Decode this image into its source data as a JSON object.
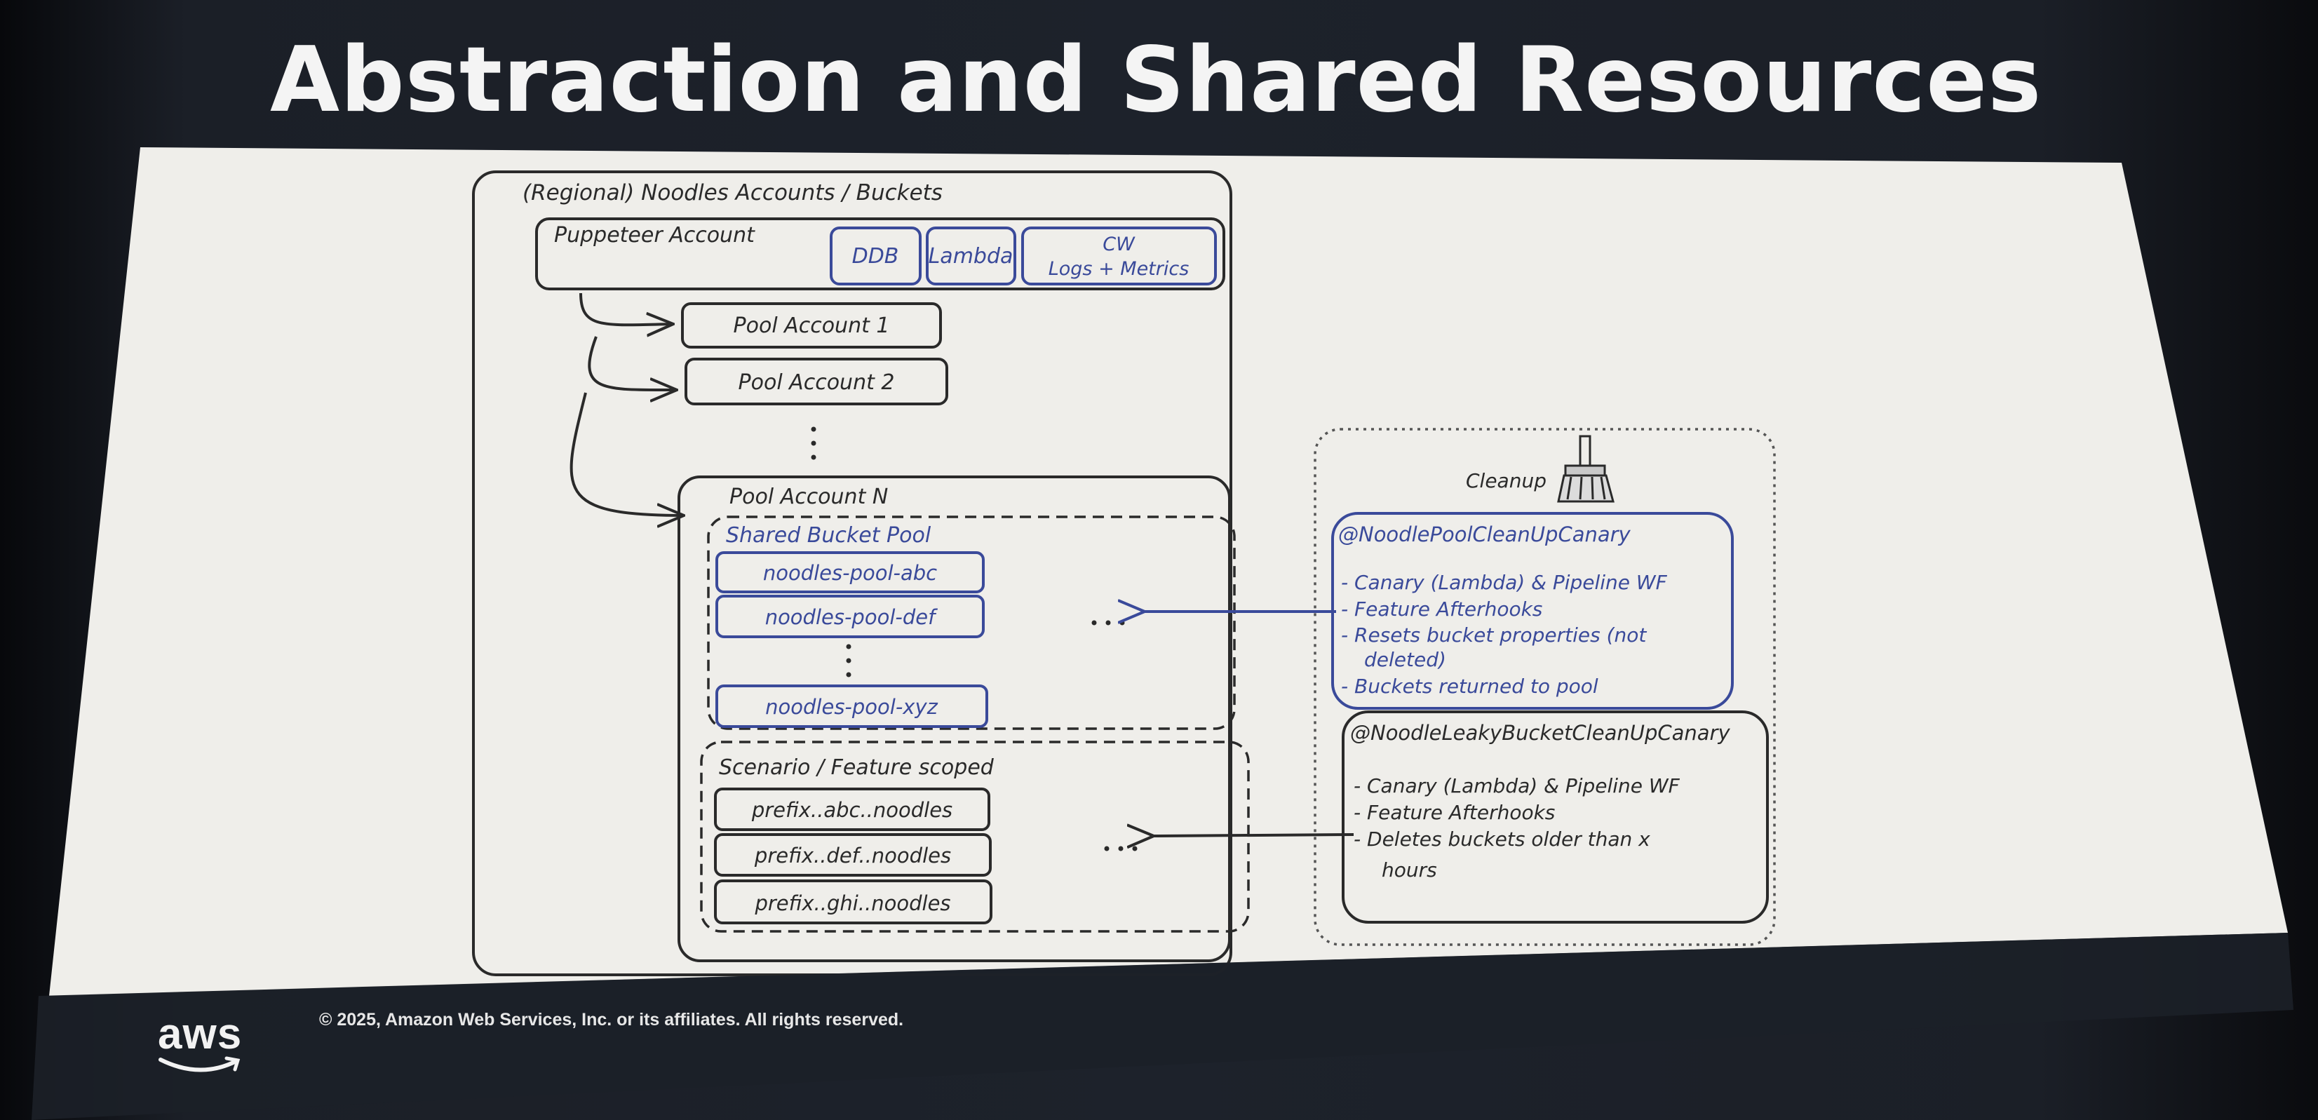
{
  "slide": {
    "title": "Abstraction and Shared Resources",
    "footer": "© 2025, Amazon Web Services, Inc. or its affiliates. All rights reserved.",
    "logo_text": "aws"
  },
  "diagram": {
    "outer_label": "(Regional) Noodles Accounts / Buckets",
    "puppeteer": {
      "label": "Puppeteer Account",
      "services": [
        "DDB",
        "Lambda"
      ],
      "cw": [
        "CW",
        "Logs + Metrics"
      ]
    },
    "pool_accounts": [
      "Pool Account 1",
      "Pool Account 2"
    ],
    "pool_n": "Pool Account N",
    "shared_pool": {
      "label": "Shared Bucket Pool",
      "buckets": [
        "noodles-pool-abc",
        "noodles-pool-def",
        "noodles-pool-xyz"
      ]
    },
    "scenario": {
      "label": "Scenario / Feature scoped",
      "buckets": [
        "prefix..abc..noodles",
        "prefix..def..noodles",
        "prefix..ghi..noodles"
      ]
    },
    "cleanup": {
      "label": "Cleanup",
      "pool_canary": {
        "title": "@NoodlePoolCleanUpCanary",
        "lines": [
          "- Canary (Lambda) & Pipeline WF",
          "- Feature Afterhooks",
          "- Resets bucket properties (not",
          "deleted)",
          "- Buckets returned to pool"
        ]
      },
      "leaky_canary": {
        "title": "@NoodleLeakyBucketCleanUpCanary",
        "lines": [
          "- Canary (Lambda) & Pipeline WF",
          "- Feature Afterhooks",
          "- Deletes buckets older than x",
          "hours"
        ]
      }
    },
    "colors": {
      "ink": "#2a2a2a",
      "accent": "#3a4a9a",
      "paper": "#f0efeb"
    }
  }
}
